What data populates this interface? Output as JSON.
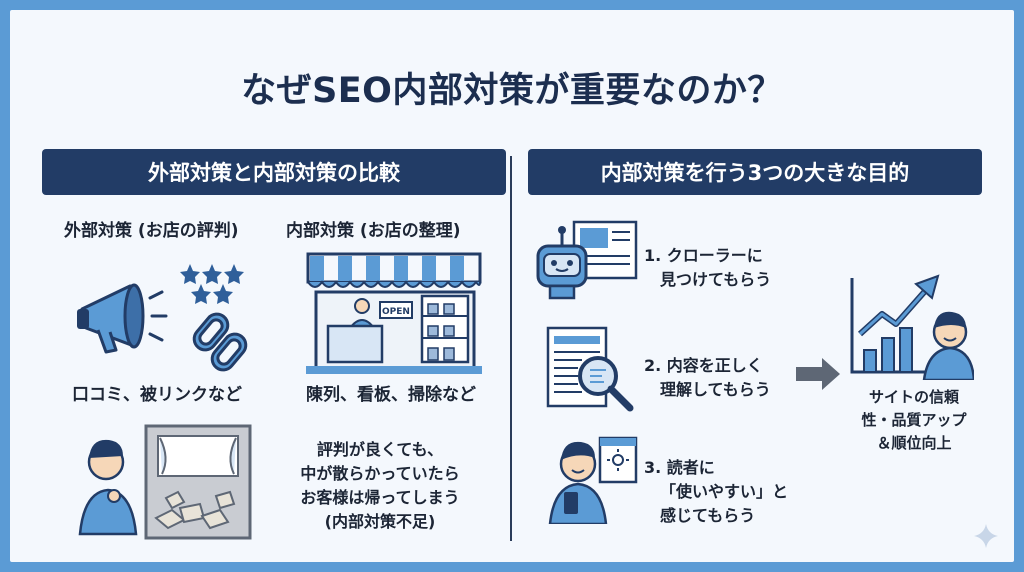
{
  "title": "なぜSEO内部対策が重要なのか？",
  "left": {
    "banner": "外部対策と内部対策の比較",
    "external": {
      "heading": "外部対策 (お店の評判)",
      "caption": "口コミ、被リンクなど",
      "icons": [
        "megaphone-icon",
        "stars-icon",
        "chain-link-icon"
      ]
    },
    "internal": {
      "heading": "内部対策 (お店の整理)",
      "caption": "陳列、看板、掃除など",
      "sign": "OPEN",
      "icons": [
        "storefront-icon"
      ]
    },
    "warning": {
      "lines": [
        "評判が良くても、",
        "中が散らかっていたら",
        "お客様は帰ってしまう",
        "(内部対策不足)"
      ]
    }
  },
  "right": {
    "banner": "内部対策を行う3つの大きな目的",
    "steps": [
      {
        "lines": [
          "1. クローラーに",
          "見つけてもらう"
        ],
        "icon": "robot-icon"
      },
      {
        "lines": [
          "2. 内容を正しく",
          "理解してもらう"
        ],
        "icon": "magnifier-document-icon"
      },
      {
        "lines": [
          "3. 読者に",
          "「使いやすい」と",
          "感じてもらう"
        ],
        "icon": "user-phone-icon"
      }
    ],
    "result": {
      "lines": [
        "サイトの信頼",
        "性・品質アップ",
        "＆順位向上"
      ]
    }
  },
  "colors": {
    "navy": "#223c66",
    "blue": "#5b9bd5",
    "light": "#d8e6f5",
    "grey": "#5e6775"
  }
}
